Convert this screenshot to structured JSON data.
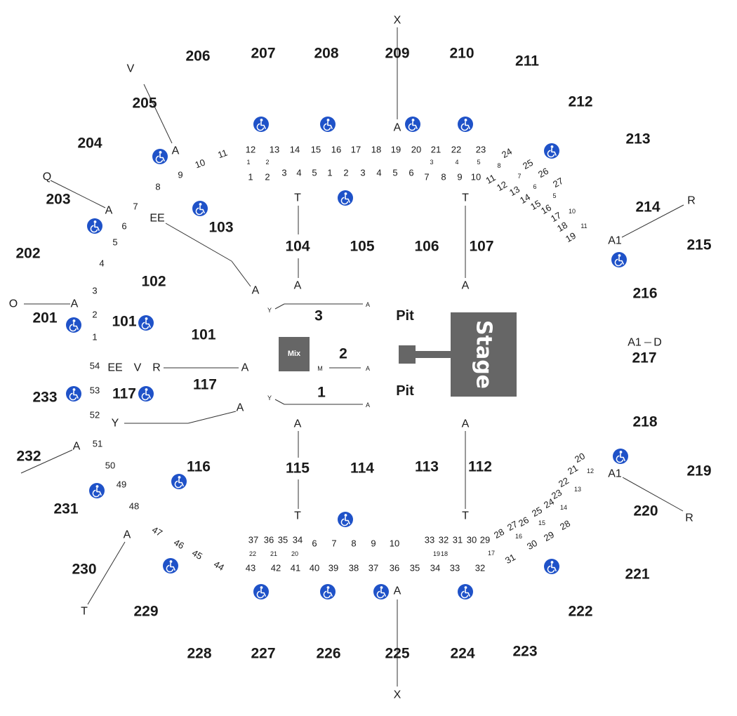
{
  "stage": {
    "label": "Stage",
    "color": "#666666"
  },
  "mix": {
    "label": "Mix",
    "color": "#666666"
  },
  "pit_label": "Pit",
  "wheelchair_color": "#1f52c8",
  "sections_upper": [
    "201",
    "202",
    "203",
    "204",
    "205",
    "206",
    "207",
    "208",
    "209",
    "210",
    "211",
    "212",
    "213",
    "214",
    "215",
    "216",
    "217",
    "218",
    "219",
    "220",
    "221",
    "222",
    "223",
    "224",
    "225",
    "226",
    "227",
    "228",
    "229",
    "230",
    "231",
    "232",
    "233"
  ],
  "sections_lower": [
    "101",
    "102",
    "103",
    "104",
    "105",
    "106",
    "107",
    "112",
    "113",
    "114",
    "115",
    "116",
    "117"
  ],
  "sections_floor": [
    "1",
    "2",
    "3"
  ],
  "row_labels_north": [
    "12",
    "13",
    "14",
    "15",
    "16",
    "17",
    "18",
    "19",
    "20",
    "21",
    "22",
    "23",
    "1",
    "2",
    "3",
    "4",
    "5",
    "1",
    "2",
    "3",
    "4",
    "5",
    "6",
    "7",
    "8",
    "9",
    "10"
  ],
  "row_labels_south": [
    "37",
    "36",
    "35",
    "34",
    "6",
    "7",
    "8",
    "9",
    "10",
    "33",
    "32",
    "31",
    "30",
    "29",
    "43",
    "42",
    "41",
    "40",
    "39",
    "38",
    "37",
    "36",
    "35",
    "34",
    "33",
    "32"
  ],
  "aisle_labels": [
    "A",
    "T",
    "X",
    "V",
    "Q",
    "O",
    "R",
    "Y",
    "M",
    "EE",
    "EE–V",
    "A1",
    "A1–D"
  ]
}
